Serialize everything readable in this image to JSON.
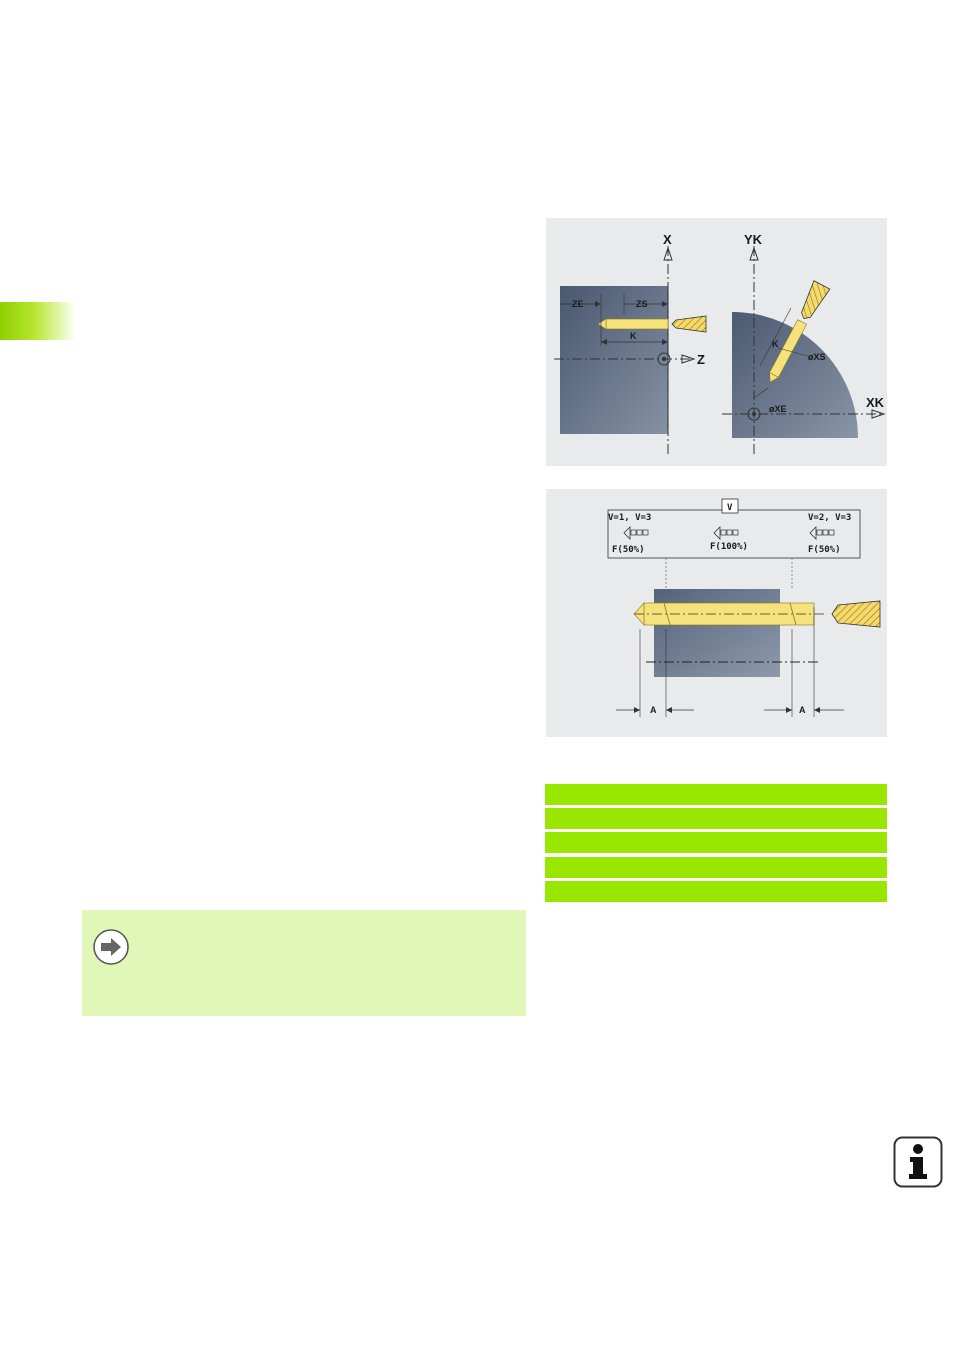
{
  "figure1": {
    "axis_x": "X",
    "axis_z": "Z",
    "axis_yk": "YK",
    "axis_xk": "XK",
    "dim_ze": "ZE",
    "dim_zs": "ZS",
    "dim_k_left": "K",
    "dim_k_right": "K",
    "dim_xs": "øXS",
    "dim_xe": "øXE"
  },
  "figure2": {
    "box_v": "V",
    "left_label": "V=1, V=3",
    "left_feed": "F(50%)",
    "center_feed": "F(100%)",
    "right_label": "V=2, V=3",
    "right_feed": "F(50%)",
    "dim_a_left": "A",
    "dim_a_right": "A"
  },
  "colors": {
    "accent_green": "#99e600",
    "note_background": "#e0f7b7",
    "drill_yellow": "#f5e27a",
    "workpiece": "#6f7e92"
  },
  "icons": {
    "note": "arrow-right-icon",
    "info": "info-icon"
  }
}
